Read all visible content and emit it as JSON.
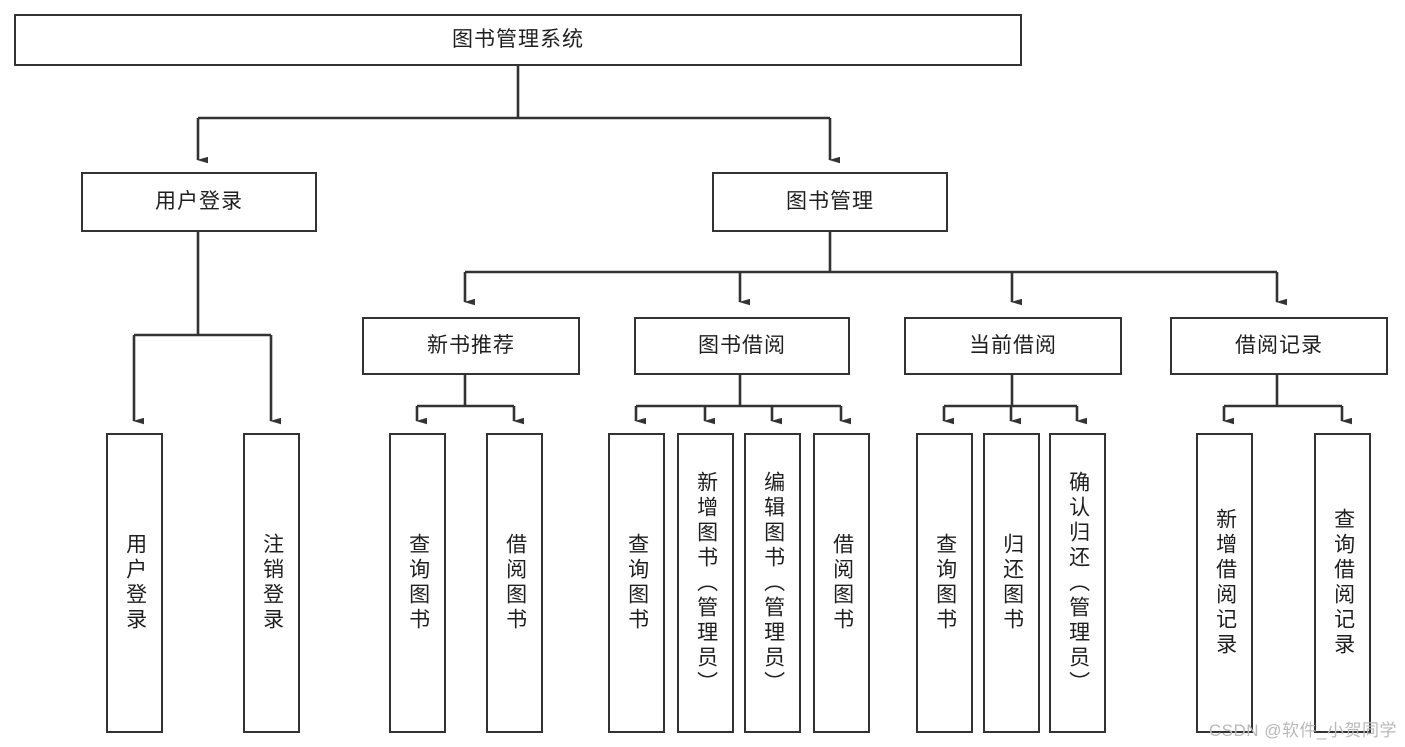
{
  "diagram": {
    "title": "图书管理系统",
    "watermark": "CSDN @软件_小贺同学",
    "line_color": "#333333",
    "box_fill": "#ffffff",
    "text_color": "#1f1f1f"
  },
  "nodes": {
    "root": "图书管理系统",
    "level2": [
      "用户登录",
      "图书管理"
    ],
    "level3": [
      "新书推荐",
      "图书借阅",
      "当前借阅",
      "借阅记录"
    ],
    "leaves_user_login": [
      "用户登录",
      "注销登录"
    ],
    "leaves_new_book": [
      "查询图书",
      "借阅图书"
    ],
    "leaves_borrow": [
      "查询图书",
      "新增图书（管理员）",
      "编辑图书（管理员）",
      "借阅图书"
    ],
    "leaves_current": [
      "查询图书",
      "归还图书",
      "确认归还（管理员）"
    ],
    "leaves_record": [
      "新增借阅记录",
      "查询借阅记录"
    ]
  },
  "chart_data": {
    "type": "tree",
    "title": "图书管理系统",
    "root": "图书管理系统",
    "edges": [
      [
        "图书管理系统",
        "用户登录"
      ],
      [
        "图书管理系统",
        "图书管理"
      ],
      [
        "用户登录",
        "用户登录(叶)"
      ],
      [
        "用户登录",
        "注销登录"
      ],
      [
        "图书管理",
        "新书推荐"
      ],
      [
        "图书管理",
        "图书借阅"
      ],
      [
        "图书管理",
        "当前借阅"
      ],
      [
        "图书管理",
        "借阅记录"
      ],
      [
        "新书推荐",
        "查询图书"
      ],
      [
        "新书推荐",
        "借阅图书"
      ],
      [
        "图书借阅",
        "查询图书"
      ],
      [
        "图书借阅",
        "新增图书（管理员）"
      ],
      [
        "图书借阅",
        "编辑图书（管理员）"
      ],
      [
        "图书借阅",
        "借阅图书"
      ],
      [
        "当前借阅",
        "查询图书"
      ],
      [
        "当前借阅",
        "归还图书"
      ],
      [
        "当前借阅",
        "确认归还（管理员）"
      ],
      [
        "借阅记录",
        "新增借阅记录"
      ],
      [
        "借阅记录",
        "查询借阅记录"
      ]
    ],
    "depth": 4,
    "leaf_count": 13
  }
}
